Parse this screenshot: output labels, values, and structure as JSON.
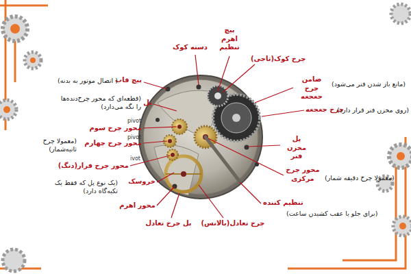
{
  "diagram": {
    "labels": [
      "پیچ اهرم تنظیم",
      "دسته کوک",
      "چرخ کوک(تاجی)",
      "پیچ قاب",
      "( اتصال موتور به بدنه)",
      "ضامن چرخ جغجغه",
      "(مانع باز شدن فنر می‌شود)",
      "پل",
      "(قطعه‌ای که محور چرخ‌دنده‌ها را نگه می‌دارد)",
      "چرخ جغجغه",
      "(روی مخزن فنر قرار دارد)",
      "pivot",
      "محور چرخ سوم",
      "pivot",
      "محور چرخ چهارم",
      "(معمولا چرخ ثانیه‌شمار)",
      "ivot",
      "محور چرخ قرار(دنگ)",
      "پل مخزن فنر",
      "محور چرخ مرکزی",
      "(معمولا چرخ دقیقه شمار)",
      "خروسک",
      "(یک نوع پل که فقط یک تکیه‌گاه دارد)",
      "تنظیم کننده",
      "(برای جلو یا عقب کشیدن ساعت)",
      "محور اهرم",
      "پل چرخ تعادل",
      "چرخ تعادل(بالانس)"
    ]
  }
}
